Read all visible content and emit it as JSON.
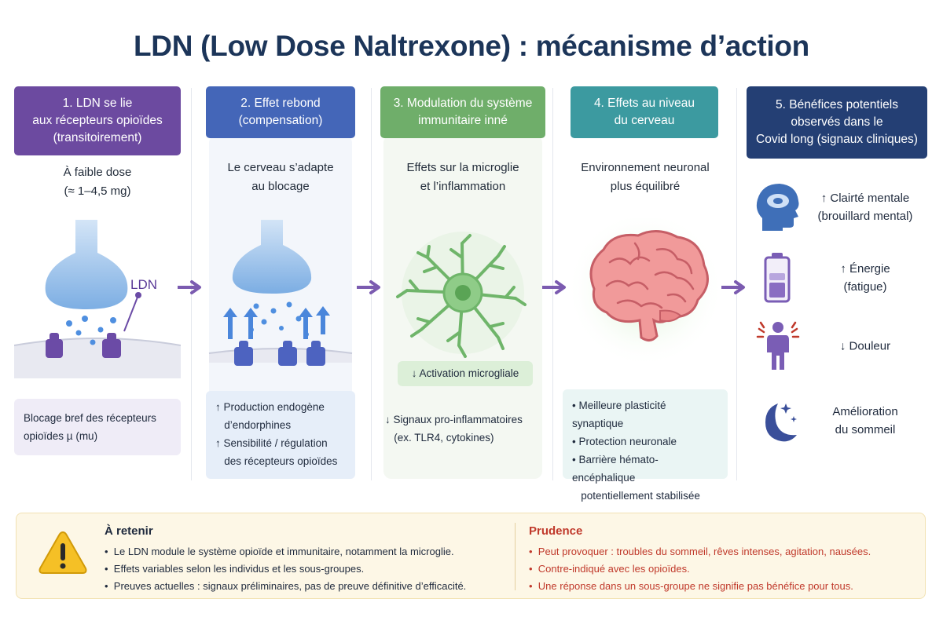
{
  "title": "LDN (Low Dose Naltrexone) : mécanisme d’action",
  "steps": [
    {
      "header": "1. LDN se lie\naux récepteurs opioïdes\n(transitoirement)",
      "subtitle": "À faible dose\n(≈ 1–4,5 mg)",
      "image_label": "LDN",
      "box": [
        "Blocage bref des récepteurs",
        "opioïdes µ (mu)"
      ]
    },
    {
      "header": "2. Effet rebond\n(compensation)",
      "subtitle": "Le cerveau s’adapte\nau blocage",
      "box": [
        "↑ Production endogène",
        "   d’endorphines",
        "↑ Sensibilité / régulation",
        "   des récepteurs opioïdes"
      ]
    },
    {
      "header": "3. Modulation du système\nimmunitaire inné",
      "subtitle": "Effets sur la microglie\net l’inflammation",
      "badge": "↓ Activation microgliale",
      "box": [
        "↓ Signaux pro-inflammatoires",
        "   (ex. TLR4, cytokines)"
      ]
    },
    {
      "header": "4. Effets au niveau\ndu cerveau",
      "subtitle": "Environnement neuronal\nplus équilibré",
      "box": [
        "• Meilleure plasticité synaptique",
        "• Protection neuronale",
        "• Barrière hémato-encéphalique",
        "   potentiellement stabilisée"
      ]
    },
    {
      "header": "5. Bénéfices potentiels\nobservés dans le\nCovid long (signaux cliniques)"
    }
  ],
  "benefits": [
    {
      "icon": "head-clarity-icon",
      "text": "↑ Clairté mentale\n(brouillard mental)"
    },
    {
      "icon": "battery-icon",
      "text": "↑ Énergie\n(fatigue)"
    },
    {
      "icon": "person-pain-icon",
      "text": "↓ Douleur"
    },
    {
      "icon": "moon-stars-icon",
      "text": "Amélioration\ndu sommeil"
    }
  ],
  "retenir": {
    "title": "À retenir",
    "items": [
      "Le LDN module le système opioïde et immunitaire, notamment la microglie.",
      "Effets variables selon les individus et les sous-groupes.",
      "Preuves actuelles : signaux préliminaires, pas de preuve définitive d’efficacité."
    ]
  },
  "prudence": {
    "title": "Prudence",
    "items": [
      "Peut provoquer : troubles du sommeil, rêves intenses, agitation, nausées.",
      "Contre-indiqué avec les opioïdes.",
      "Une réponse dans un sous-groupe ne signifie pas bénéfice pour tous."
    ]
  },
  "colors": {
    "step1": "#6c4aa0",
    "step2": "#4466b8",
    "step3": "#6fae6a",
    "step4": "#3c9aa0",
    "step5": "#243f74",
    "prudence": "#c0392b",
    "arrow": "#7b5bb0"
  }
}
